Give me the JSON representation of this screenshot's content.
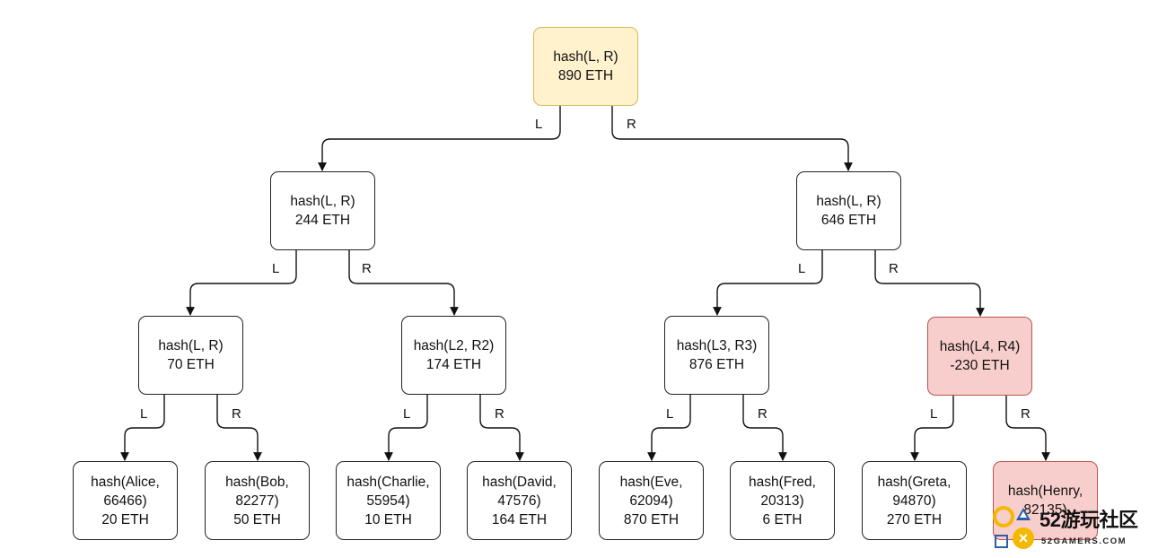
{
  "nodes": {
    "root": {
      "hash": "hash(L, R)",
      "value": "890 ETH"
    },
    "n_l": {
      "hash": "hash(L, R)",
      "value": "244 ETH"
    },
    "n_r": {
      "hash": "hash(L, R)",
      "value": "646 ETH"
    },
    "n_ll": {
      "hash": "hash(L, R)",
      "value": "70 ETH"
    },
    "n_lr": {
      "hash": "hash(L2, R2)",
      "value": "174 ETH"
    },
    "n_rl": {
      "hash": "hash(L3, R3)",
      "value": "876 ETH"
    },
    "n_rr": {
      "hash": "hash(L4, R4)",
      "value": "-230 ETH"
    },
    "alice": {
      "hash": "hash(Alice,",
      "hash2": "66466)",
      "value": "20 ETH"
    },
    "bob": {
      "hash": "hash(Bob,",
      "hash2": "82277)",
      "value": "50 ETH"
    },
    "charlie": {
      "hash": "hash(Charlie,",
      "hash2": "55954)",
      "value": "10 ETH"
    },
    "david": {
      "hash": "hash(David,",
      "hash2": "47576)",
      "value": "164 ETH"
    },
    "eve": {
      "hash": "hash(Eve,",
      "hash2": "62094)",
      "value": "870 ETH"
    },
    "fred": {
      "hash": "hash(Fred,",
      "hash2": "20313)",
      "value": "6 ETH"
    },
    "greta": {
      "hash": "hash(Greta,",
      "hash2": "94870)",
      "value": "270 ETH"
    },
    "henry": {
      "hash": "hash(Henry,",
      "hash2": "82135)",
      "value": ""
    }
  },
  "edge_labels": {
    "left": "L",
    "right": "R"
  },
  "colors": {
    "root_fill": "#fff2cc",
    "root_stroke": "#d6b656",
    "negative_fill": "#f8cecc",
    "negative_stroke": "#b85450"
  },
  "watermark": {
    "brand": "52游玩社区",
    "site": "52GAMERS.COM"
  }
}
